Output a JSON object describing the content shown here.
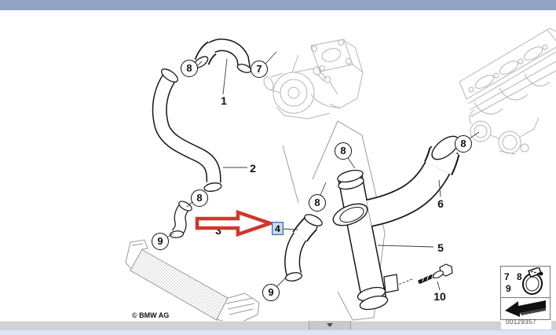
{
  "callouts": {
    "label_1": "1",
    "label_2": "2",
    "label_3": "3",
    "label_4": "4",
    "label_5": "5",
    "label_6": "6",
    "label_10": "10",
    "bubble_8a": "8",
    "bubble_7": "7",
    "bubble_8b": "8",
    "bubble_9a": "9",
    "bubble_8c": "8",
    "bubble_8d": "8",
    "bubble_9b": "9",
    "bubble_8e": "8"
  },
  "legend": {
    "row1": "7 8",
    "row2": "9",
    "drawing_number": "00129357"
  },
  "footer": {
    "copyright": "© BMW AG"
  },
  "colors": {
    "titlebar": "#8fa3c2",
    "arrow_red": "#d2362b",
    "highlight_bg": "#c9dcf0",
    "highlight_border": "#3a6cb0"
  }
}
